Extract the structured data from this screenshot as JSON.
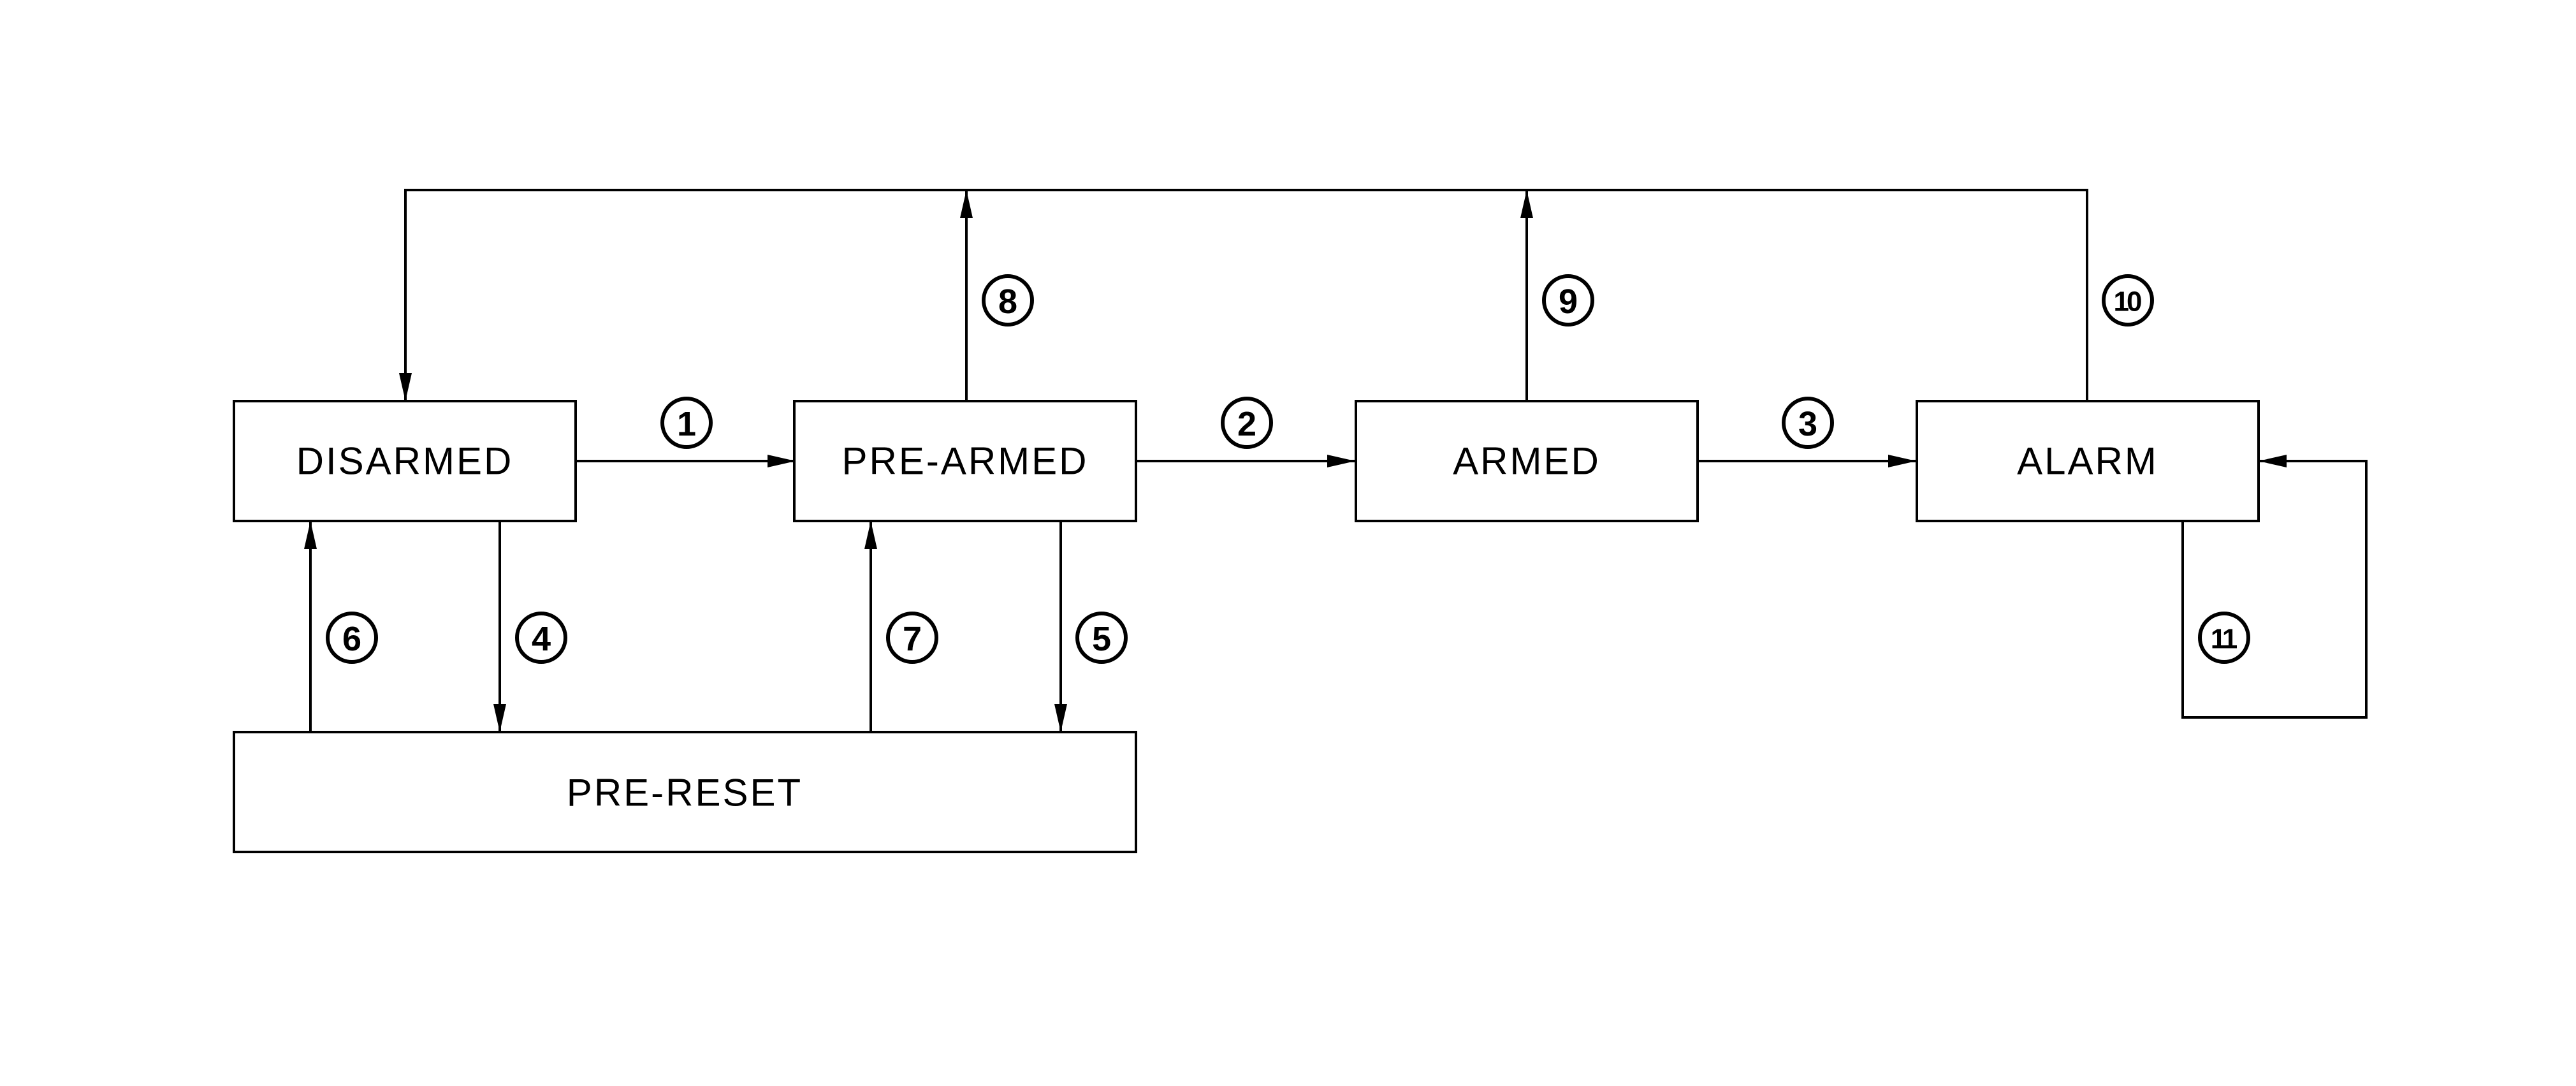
{
  "states": {
    "disarmed": "DISARMED",
    "pre_armed": "PRE-ARMED",
    "armed": "ARMED",
    "alarm": "ALARM",
    "pre_reset": "PRE-RESET"
  },
  "transitions": [
    {
      "number": "1",
      "from": "DISARMED",
      "to": "PRE-ARMED"
    },
    {
      "number": "2",
      "from": "PRE-ARMED",
      "to": "ARMED"
    },
    {
      "number": "3",
      "from": "ARMED",
      "to": "ALARM"
    },
    {
      "number": "4",
      "from": "DISARMED",
      "to": "PRE-RESET"
    },
    {
      "number": "5",
      "from": "PRE-ARMED",
      "to": "PRE-RESET"
    },
    {
      "number": "6",
      "from": "PRE-RESET",
      "to": "DISARMED"
    },
    {
      "number": "7",
      "from": "PRE-RESET",
      "to": "PRE-ARMED"
    },
    {
      "number": "8",
      "from": "PRE-ARMED",
      "to": "DISARMED"
    },
    {
      "number": "9",
      "from": "ARMED",
      "to": "DISARMED"
    },
    {
      "number": "10",
      "from": "ALARM",
      "to": "DISARMED"
    },
    {
      "number": "11",
      "from": "ALARM",
      "to": "ALARM"
    }
  ]
}
